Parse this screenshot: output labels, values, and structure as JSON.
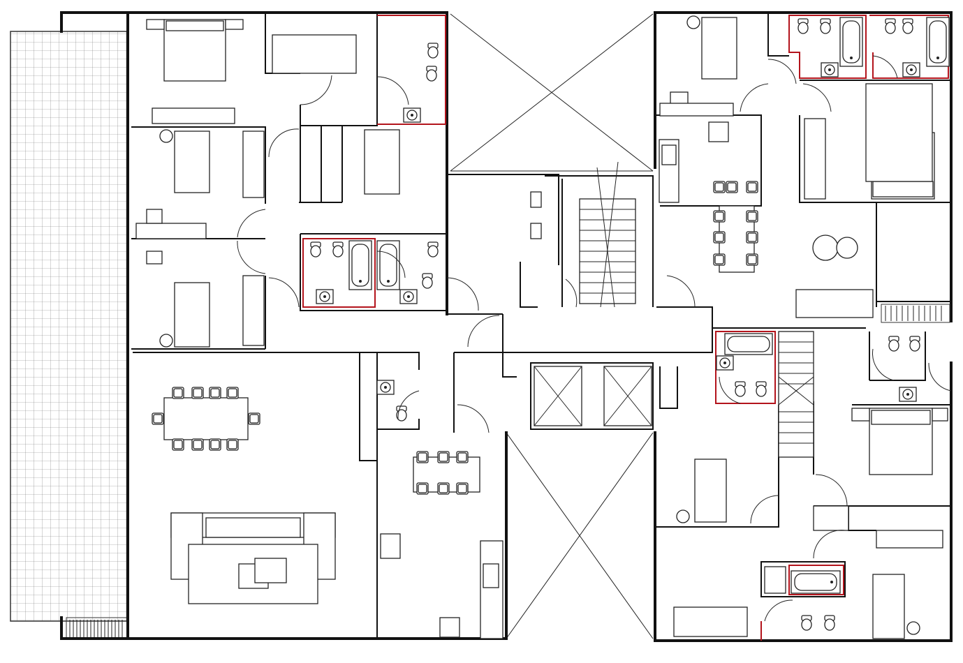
{
  "drawing": {
    "colors": {
      "wall": "#111111",
      "line": "#222222",
      "wet_room_outline": "#b3141c",
      "terrace_grid": "#777777",
      "background": "#ffffff"
    },
    "units": [
      {
        "name": "west-apartment",
        "rooms": [
          "living-room",
          "dining-area",
          "kitchen",
          "master-bedroom",
          "bedroom",
          "bedroom",
          "bedroom",
          "bathroom",
          "bathroom",
          "bathroom",
          "powder-room",
          "terrace"
        ]
      },
      {
        "name": "north-east-apartment",
        "rooms": [
          "kitchen",
          "dining-area",
          "living-room",
          "bedroom",
          "master-bedroom",
          "bathroom",
          "bathroom"
        ]
      },
      {
        "name": "south-east-apartment",
        "rooms": [
          "bedroom",
          "bedroom",
          "master-bedroom",
          "bathroom",
          "bathroom",
          "bathroom"
        ]
      }
    ],
    "core": [
      "stair",
      "elevator",
      "elevator",
      "corridor",
      "light-well",
      "light-well",
      "light-well"
    ]
  }
}
